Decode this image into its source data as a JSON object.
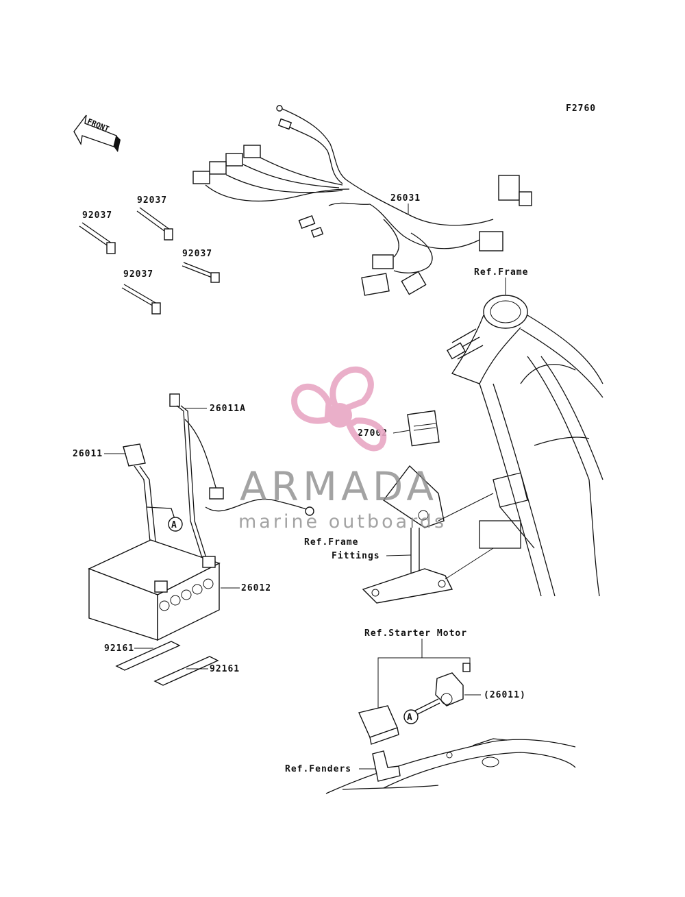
{
  "figure_code": "F2760",
  "front_label": "FRONT",
  "watermark": {
    "brand": "ARMADA",
    "tagline": "marine outboards",
    "color": "#e8a7c4"
  },
  "callouts": {
    "harness": "26031",
    "band_1": "92037",
    "band_2": "92037",
    "band_3": "92037",
    "band_4": "92037",
    "cable_a": "26011A",
    "cable": "26011",
    "relay": "27002",
    "battery": "26012",
    "pad_1": "92161",
    "pad_2": "92161",
    "cable_ref": "(26011)",
    "marker_a_1": "A",
    "marker_a_2": "A"
  },
  "references": {
    "frame": "Ref.Frame",
    "frame_fittings_1": "Ref.Frame",
    "frame_fittings_2": "Fittings",
    "starter_motor": "Ref.Starter Motor",
    "fenders": "Ref.Fenders"
  }
}
